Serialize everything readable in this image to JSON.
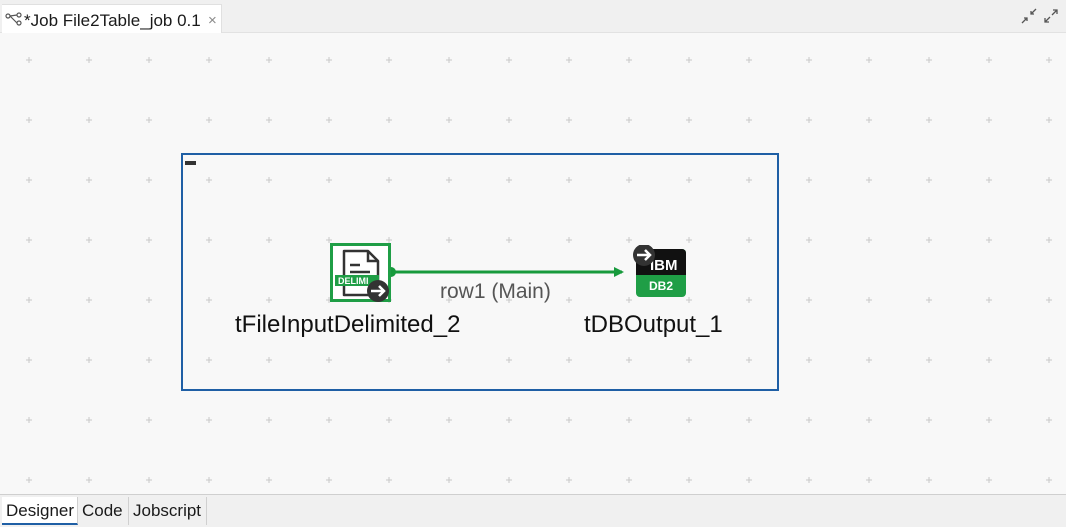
{
  "editor_tab": {
    "title": "*Job File2Table_job 0.1",
    "close_glyph": "×",
    "icon": "job-icon"
  },
  "window_controls": {
    "minimize_icon": "collapse-icon",
    "maximize_icon": "expand-icon"
  },
  "designer": {
    "components": [
      {
        "label": "tFileInputDelimited_2",
        "icon": "file-delimited-icon",
        "badge_text": "DELIMI"
      },
      {
        "label": "tDBOutput_1",
        "icon": "db2-icon",
        "badge_text": "DB2",
        "logo_text": "IBM"
      }
    ],
    "link": {
      "label": "row1 (Main)"
    }
  },
  "bottom_tabs": [
    {
      "label": "Designer",
      "active": true
    },
    {
      "label": "Code",
      "active": false
    },
    {
      "label": "Jobscript",
      "active": false
    }
  ],
  "colors": {
    "accent_blue": "#1f5fa5",
    "flow_green": "#179a3c",
    "db2_green": "#1f9e46",
    "canvas_bg": "#f8f8f8"
  }
}
